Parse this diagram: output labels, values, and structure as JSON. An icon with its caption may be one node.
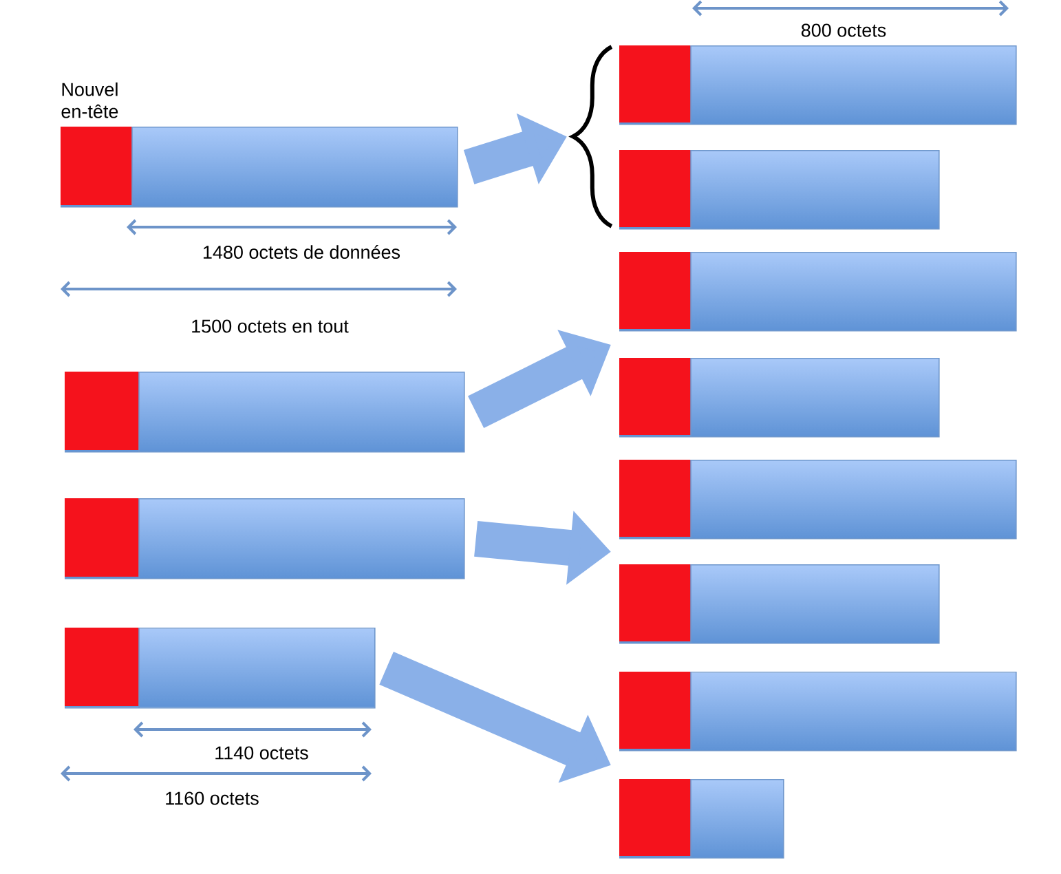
{
  "diagram": {
    "nodes": [
      {
        "text": [
          "Nouvel en-tête"
        ]
      },
      {
        "text": [],
        "shape": "bar"
      },
      {
        "text": [],
        "shape": "bar"
      },
      {
        "text": [],
        "shape": "bar"
      },
      {
        "text": [],
        "shape": "bar"
      },
      {
        "text": [],
        "shape": "bar"
      },
      {
        "text": [],
        "shape": "bar"
      },
      {
        "text": [],
        "shape": "bar"
      },
      {
        "text": [],
        "shape": "bar"
      },
      {
        "text": [],
        "shape": "bar"
      },
      {
        "text": [],
        "shape": "bar"
      },
      {
        "text": [],
        "shape": "bar"
      },
      {
        "text": [],
        "shape": "brace"
      }
    ],
    "edges": [
      {
        "from": 0,
        "to": 12,
        "arrow": "to"
      },
      {
        "from": 1,
        "to": 6,
        "arrow": "to"
      },
      {
        "from": 1,
        "to": 7,
        "arrow": "to"
      },
      {
        "from": 2,
        "to": 8,
        "arrow": "to"
      },
      {
        "from": 2,
        "to": 9,
        "arrow": "to"
      },
      {
        "from": 3,
        "to": 10,
        "arrow": "to"
      },
      {
        "from": 3,
        "to": 11,
        "arrow": "to"
      }
    ],
    "labels": [
      "800 octets",
      "1480 octets de données",
      "1500 octets en tout",
      "1140 octets",
      "1160 octets"
    ]
  }
}
